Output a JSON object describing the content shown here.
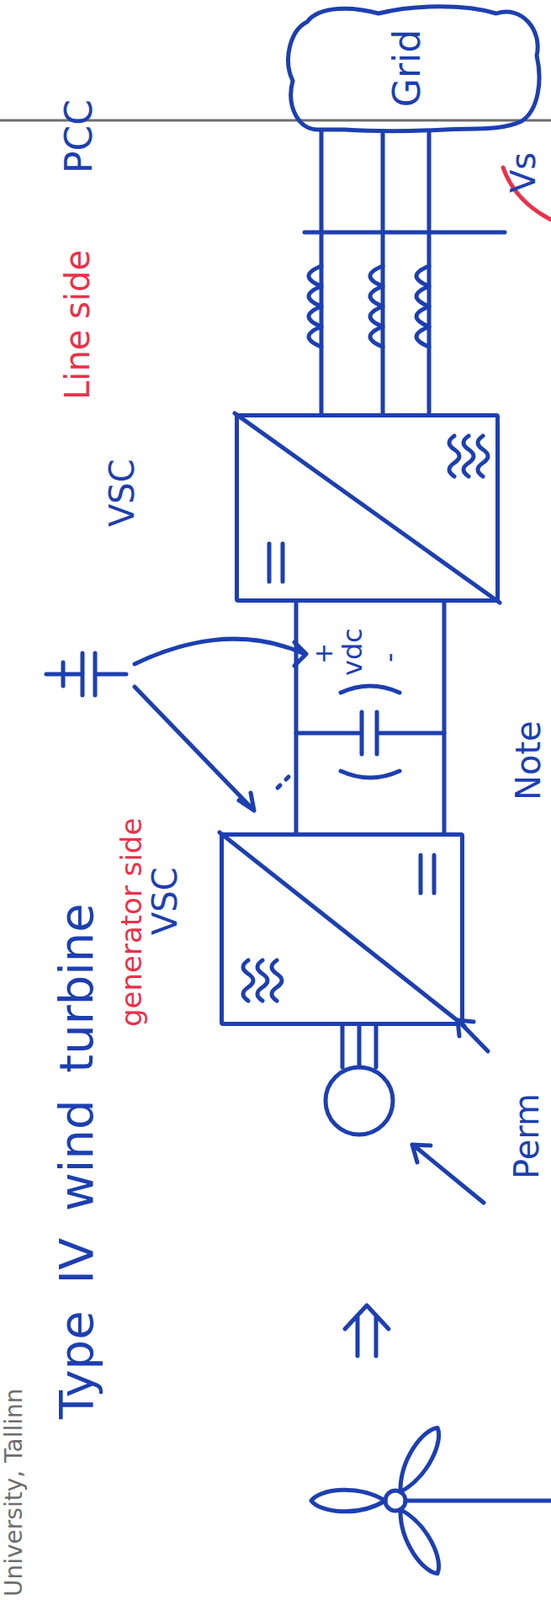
{
  "diagram": {
    "title": "Type IV wind turbine",
    "nodes": [
      {
        "text": [
          "generator side",
          "VSC"
        ]
      },
      {
        "text": [
          "Line side",
          "VSC"
        ]
      },
      {
        "text": [
          "Grid"
        ]
      }
    ],
    "edges": [
      {
        "from": 0,
        "to": 1,
        "arrow": "none"
      },
      {
        "from": 0,
        "to": 1,
        "arrow": "none"
      },
      {
        "from": 1,
        "to": 2,
        "arrow": "none"
      },
      {
        "from": 1,
        "to": 2,
        "arrow": "none"
      },
      {
        "from": 1,
        "to": 2,
        "arrow": "none"
      }
    ],
    "labels": [
      "University, Tallinn",
      "+",
      "vdc",
      "-",
      "PCC",
      "Vs",
      "Perm",
      "Note"
    ]
  }
}
